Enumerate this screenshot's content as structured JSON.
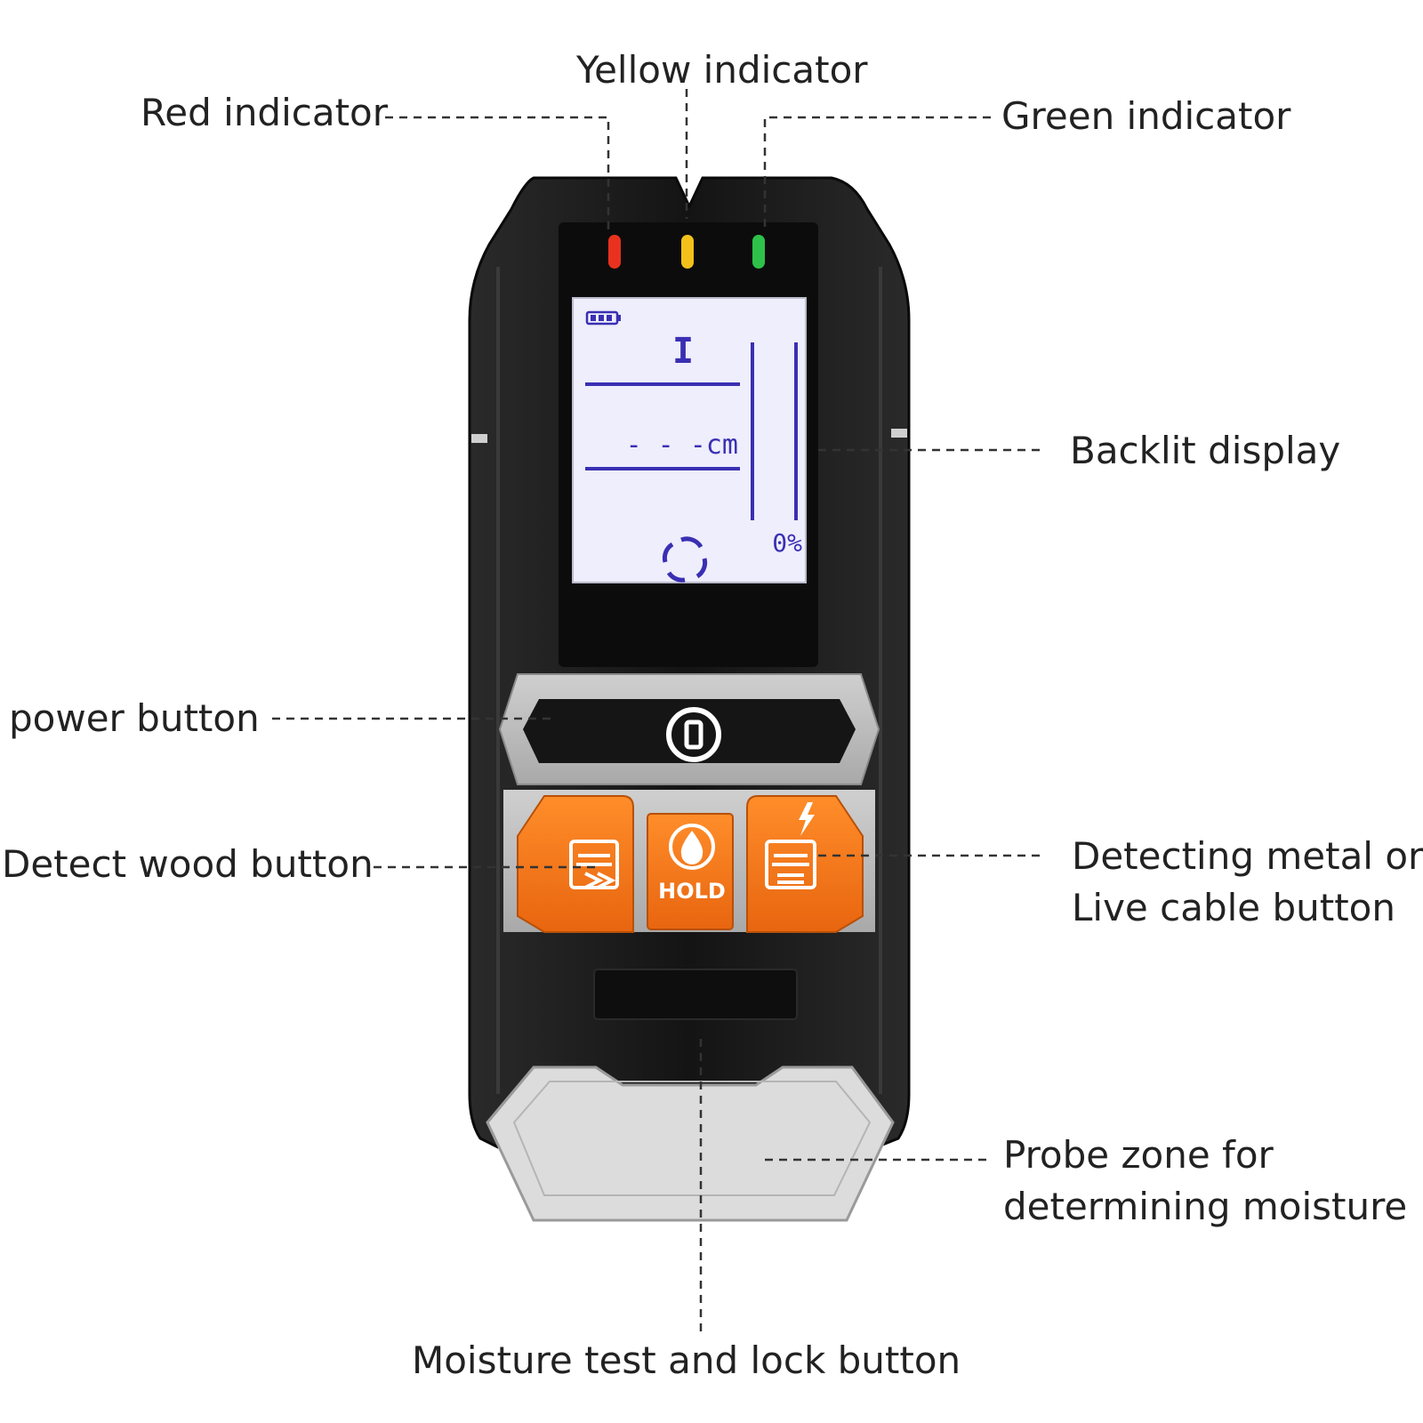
{
  "labels": {
    "red_indicator": "Red indicator",
    "yellow_indicator": "Yellow indicator",
    "green_indicator": "Green indicator",
    "backlit_display": "Backlit display",
    "power_button": "power button",
    "detect_wood_button": "Detect wood button",
    "detect_metal_line1": "Detecting metal or",
    "detect_metal_line2": "Live cable button",
    "probe_zone_line1": "Probe zone for",
    "probe_zone_line2": "determining moisture",
    "moisture_button": "Moisture test and lock button"
  },
  "display": {
    "distance_text": "- - -cm",
    "percent_text": "0%",
    "mode_symbol": "I"
  },
  "device": {
    "hold_label": "HOLD"
  },
  "colors": {
    "body": "#1c1c1c",
    "lcd_background": "#eeeefc",
    "lcd_ink": "#3a2fb3",
    "accent_orange": "#f47a1f",
    "probe_gray": "#dcdcdc",
    "led_red": "#e8321e",
    "led_yellow": "#f2c21a",
    "led_green": "#2ec24a"
  },
  "icons": {
    "battery": "battery-icon",
    "target": "target-icon",
    "power": "power-icon",
    "wood": "wood-detect-icon",
    "moisture": "water-drop-icon",
    "metal": "metal-detect-icon",
    "bolt": "lightning-icon"
  }
}
